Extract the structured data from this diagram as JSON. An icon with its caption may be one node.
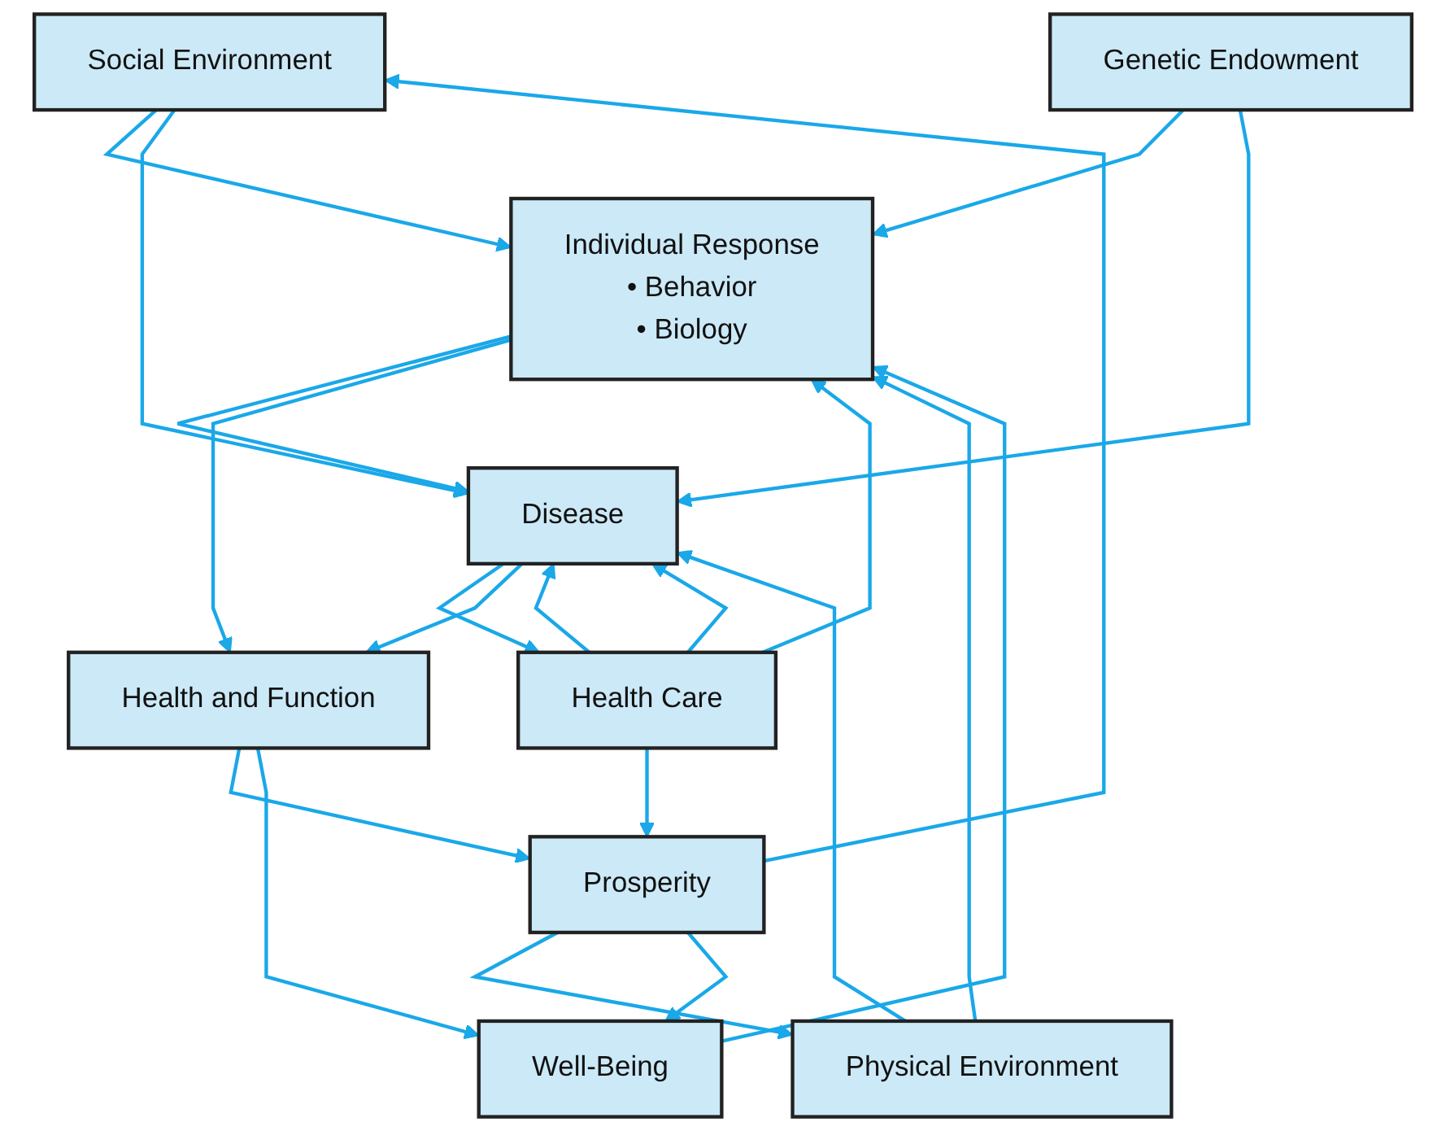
{
  "diagram": {
    "nodes": [
      {
        "text": [
          "Social Environment"
        ]
      },
      {
        "text": [
          "Physical Environment"
        ]
      },
      {
        "text": [
          "Genetic Endowment"
        ]
      },
      {
        "text": [
          "Individual Response",
          "• Behavior",
          "• Biology"
        ]
      },
      {
        "text": [
          "Health and Function"
        ]
      },
      {
        "text": [
          "Disease"
        ]
      },
      {
        "text": [
          "Health Care"
        ]
      },
      {
        "text": [
          "Well-Being"
        ]
      },
      {
        "text": [
          "Prosperity"
        ]
      }
    ],
    "edges": [
      {
        "from": 8,
        "to": 0,
        "arrow": "to"
      },
      {
        "from": 8,
        "to": 1,
        "arrow": "to"
      },
      {
        "from": 0,
        "to": 3,
        "arrow": "to"
      },
      {
        "from": 0,
        "to": 5,
        "arrow": "to"
      },
      {
        "from": 1,
        "to": 3,
        "arrow": "to"
      },
      {
        "from": 1,
        "to": 5,
        "arrow": "to"
      },
      {
        "from": 2,
        "to": 3,
        "arrow": "to"
      },
      {
        "from": 2,
        "to": 5,
        "arrow": "to"
      },
      {
        "from": 6,
        "to": 3,
        "arrow": "to"
      },
      {
        "from": 6,
        "to": 5,
        "arrow": "to"
      },
      {
        "from": 3,
        "to": 5,
        "arrow": "to"
      },
      {
        "from": 3,
        "to": 4,
        "arrow": "to"
      },
      {
        "from": 5,
        "to": 6,
        "arrow": "to"
      },
      {
        "from": 5,
        "to": 4,
        "arrow": "to"
      },
      {
        "from": 6,
        "to": 5,
        "arrow": "to"
      },
      {
        "from": 6,
        "to": 8,
        "arrow": "to"
      },
      {
        "from": 4,
        "to": 8,
        "arrow": "to"
      },
      {
        "from": 4,
        "to": 7,
        "arrow": "to"
      },
      {
        "from": 8,
        "to": 7,
        "arrow": "to"
      },
      {
        "from": 7,
        "to": 3,
        "arrow": "to"
      }
    ]
  }
}
